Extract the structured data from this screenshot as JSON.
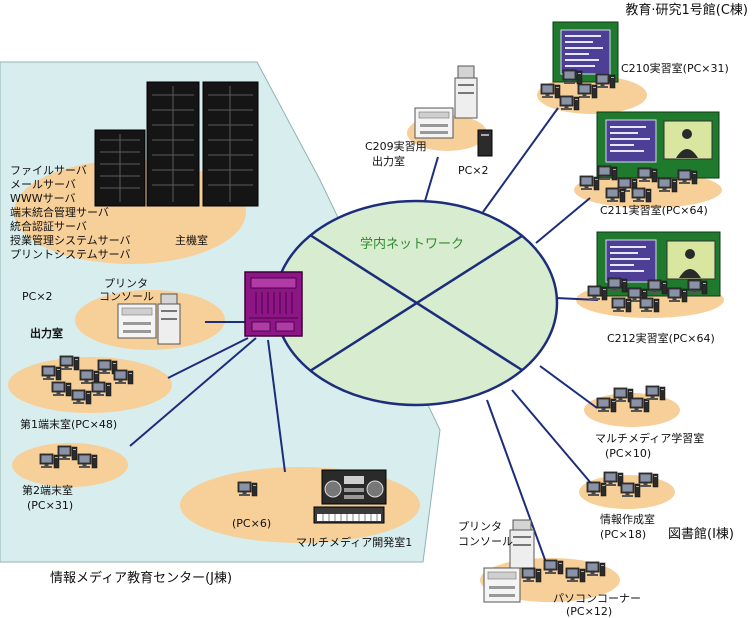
{
  "c_building": {
    "title": "教育·研究1号館(C棟)"
  },
  "network": {
    "label": "学内ネットワーク"
  },
  "c210": {
    "label": "C210実習室(PC×31)"
  },
  "c209": {
    "line1": "C209実習用",
    "line2": "出力室",
    "pc": "PC×2"
  },
  "c211": {
    "label": "C211実習室(PC×64)"
  },
  "c212": {
    "label": "C212実習室(PC×64)"
  },
  "mm_learning": {
    "line1": "マルチメディア学習室",
    "line2": "(PC×10)"
  },
  "info_creation": {
    "line1": "情報作成室",
    "line2": "(PC×18)"
  },
  "library": {
    "title": "図書館(I棟)",
    "printer_line1": "プリンタ",
    "printer_line2": "コンソール",
    "pc_corner_line1": "パソコンコーナー",
    "pc_corner_line2": "(PC×12)"
  },
  "j_building": {
    "title": "情報メディア教育センター(J棟)",
    "servers": [
      "ファイルサーバ",
      "メールサーバ",
      "WWWサーバ",
      "端末統合管理サーバ",
      "統合認証サーバ",
      "授業管理システムサーバ",
      "プリントシステムサーバ"
    ],
    "main_room": "主機室",
    "output_room": {
      "pc": "PC×2",
      "printer_line1": "プリンタ",
      "printer_line2": "コンソール",
      "label": "出力室"
    },
    "terminal1": "第1端末室(PC×48)",
    "terminal2_line1": "第2端末室",
    "terminal2_line2": "(PC×31)",
    "mm_dev_pc": "(PC×6)",
    "mm_dev_label": "マルチメディア開発室1"
  },
  "colors": {
    "region": "#d8eeee",
    "network_fill": "#d8eccf",
    "line": "#1c2d7c",
    "room_zone": "#f7cf98",
    "board": "#1f7a2e",
    "screen": "#4e3f96",
    "hub": "#8e1585"
  },
  "icons": [
    "server-rack-icon",
    "hub-server-icon",
    "pc-icon",
    "printer-icon",
    "console-icon",
    "projector-screen-icon",
    "audio-equipment-icon",
    "keyboard-instrument-icon"
  ]
}
